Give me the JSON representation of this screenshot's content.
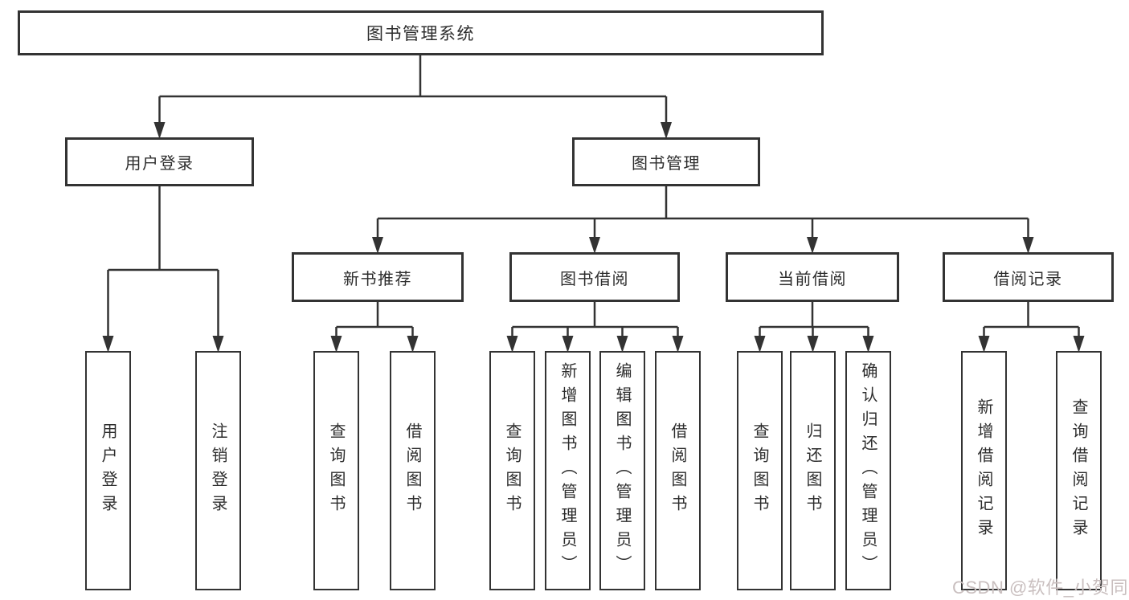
{
  "diagram": {
    "root": {
      "label": "图书管理系统"
    },
    "branches": {
      "user": {
        "label": "用户登录",
        "children": [
          {
            "label": "用户登录"
          },
          {
            "label": "注销登录"
          }
        ]
      },
      "book": {
        "label": "图书管理",
        "groups": [
          {
            "label": "新书推荐",
            "children": [
              {
                "label": "查询图书"
              },
              {
                "label": "借阅图书"
              }
            ]
          },
          {
            "label": "图书借阅",
            "children": [
              {
                "label": "查询图书"
              },
              {
                "label": "新增图书（管理员）"
              },
              {
                "label": "编辑图书（管理员）"
              },
              {
                "label": "借阅图书"
              }
            ]
          },
          {
            "label": "当前借阅",
            "children": [
              {
                "label": "查询图书"
              },
              {
                "label": "归还图书"
              },
              {
                "label": "确认归还（管理员）"
              }
            ]
          },
          {
            "label": "借阅记录",
            "children": [
              {
                "label": "新增借阅记录"
              },
              {
                "label": "查询借阅记录"
              }
            ]
          }
        ]
      }
    }
  },
  "watermark": {
    "text": "CSDN @软件_小贺同学"
  },
  "colors": {
    "line": "#333333",
    "box_border": "#333333",
    "text": "#2d2d2d",
    "watermark": "#c9bfbf",
    "background": "#ffffff"
  }
}
